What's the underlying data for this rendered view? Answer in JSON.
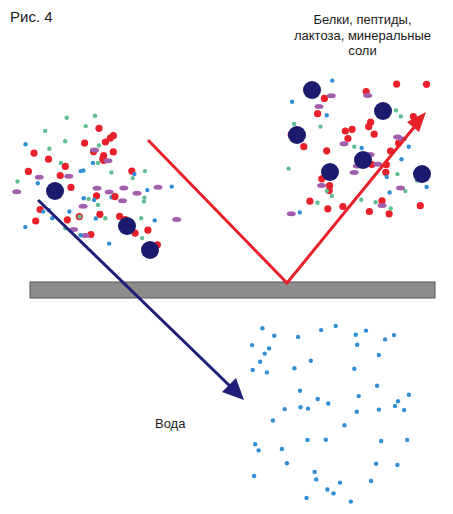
{
  "diagram": {
    "labels": [
      "Рис. 4",
      "Белки, пептиды, лактоза, минеральные соли",
      "Вода"
    ]
  }
}
